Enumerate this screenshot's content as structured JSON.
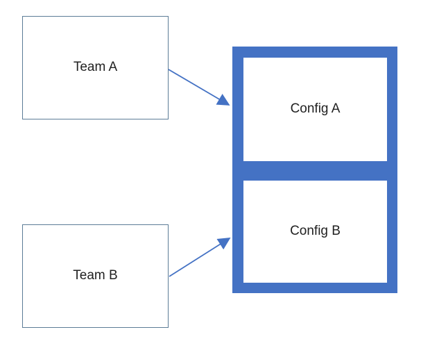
{
  "diagram": {
    "nodes": {
      "team_a": {
        "label": "Team A"
      },
      "team_b": {
        "label": "Team B"
      },
      "config_a": {
        "label": "Config A"
      },
      "config_b": {
        "label": "Config B"
      }
    },
    "edges": [
      {
        "from": "team-a",
        "to": "config-a"
      },
      {
        "from": "team-b",
        "to": "config-b"
      }
    ]
  },
  "colors": {
    "accent": "#4472C4",
    "box_border": "#5B7B96",
    "text": "#212121",
    "background": "#FFFFFF"
  }
}
